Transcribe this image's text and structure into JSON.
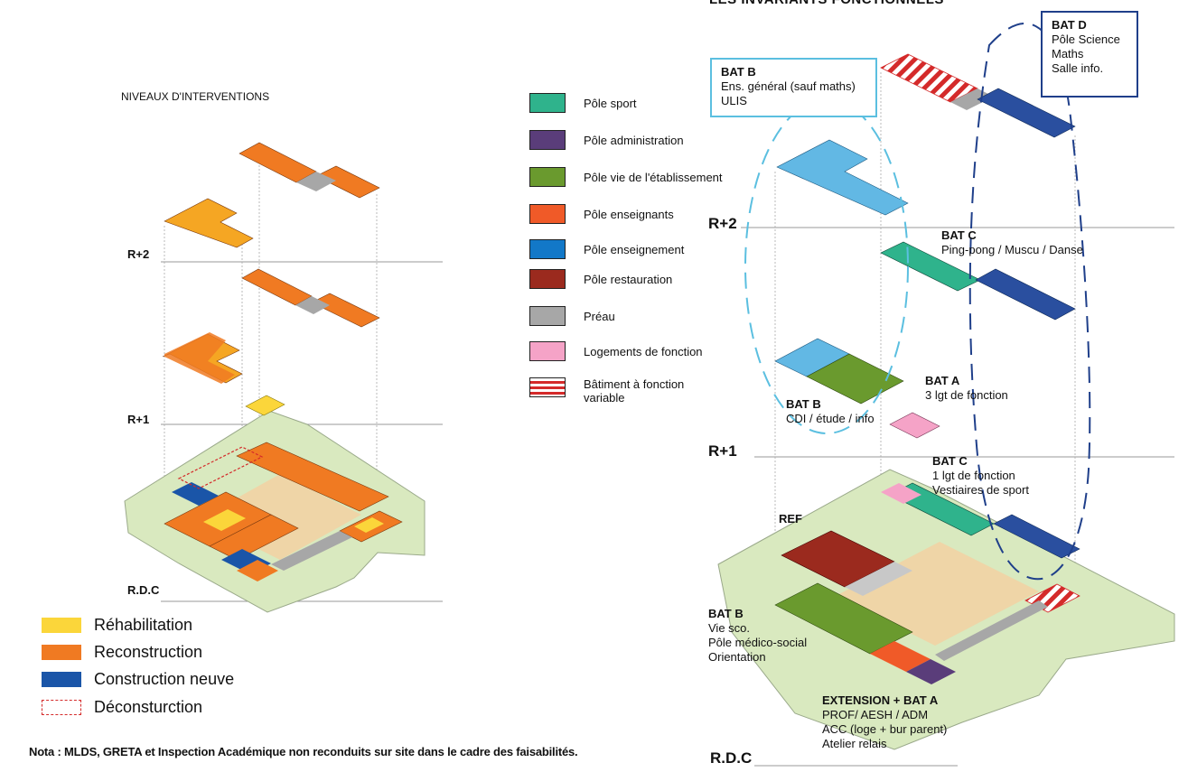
{
  "header_partial": "LES INVARIANTS FONCTIONNELS",
  "left_title": "NIVEAUX D'INTERVENTIONS",
  "levels": {
    "r2": "R+2",
    "r1": "R+1",
    "rdc": "R.D.C"
  },
  "legend": [
    {
      "label": "Pôle sport",
      "color": "#2fb38c"
    },
    {
      "label": "Pôle administration",
      "color": "#5a3d7a"
    },
    {
      "label": "Pôle vie de l'établissement",
      "color": "#6a9a2e"
    },
    {
      "label": "Pôle enseignants",
      "color": "#f05a28"
    },
    {
      "label": "Pôle enseignement",
      "color": "#1278c8"
    },
    {
      "label": "Pôle restauration",
      "color": "#9b2a1e"
    },
    {
      "label": "Préau",
      "color": "#a7a7a7"
    },
    {
      "label": "Logements de fonction",
      "color": "#f5a3c7"
    },
    {
      "label_line1": "Bâtiment à fonction",
      "label_line2": "variable",
      "color": "#d42a2a"
    }
  ],
  "left_legend": [
    {
      "label": "Réhabilitation",
      "color": "#fbd63a"
    },
    {
      "label": "Reconstruction",
      "color": "#f07a22"
    },
    {
      "label": "Construction neuve",
      "color": "#1a55a8"
    },
    {
      "label": "Déconsturction",
      "color": "#d42a2a"
    }
  ],
  "note": "Nota : MLDS, GRETA et Inspection Académique non reconduits sur site dans le cadre des faisabilités.",
  "labels": {
    "bat_b_top": {
      "title": "BAT B",
      "l1": "Ens. général (sauf maths)",
      "l2": "ULIS"
    },
    "bat_d": {
      "title": "BAT D",
      "l1": "Pôle Science",
      "l2": "Maths",
      "l3": "Salle info."
    },
    "bat_c_r2": {
      "title": "BAT C",
      "l1": "Ping-pong / Muscu / Danse"
    },
    "bat_a_r1": {
      "title": "BAT A",
      "l1": "3 lgt de fonction"
    },
    "bat_b_r1": {
      "title": "BAT B",
      "l1": "CDI / étude / info"
    },
    "bat_c_rdc": {
      "title": "BAT C",
      "l1": "1 lgt de fonction",
      "l2": "Vestiaires de sport"
    },
    "ref": {
      "title": "REF"
    },
    "bat_b_rdc": {
      "title": "BAT B",
      "l1": "Vie sco.",
      "l2": "Pôle médico-social",
      "l3": "Orientation"
    },
    "extension": {
      "title": "EXTENSION + BAT A",
      "l1": "PROF/ AESH / ADM",
      "l2": "ACC (loge + bur parent)",
      "l3": "Atelier relais"
    }
  }
}
